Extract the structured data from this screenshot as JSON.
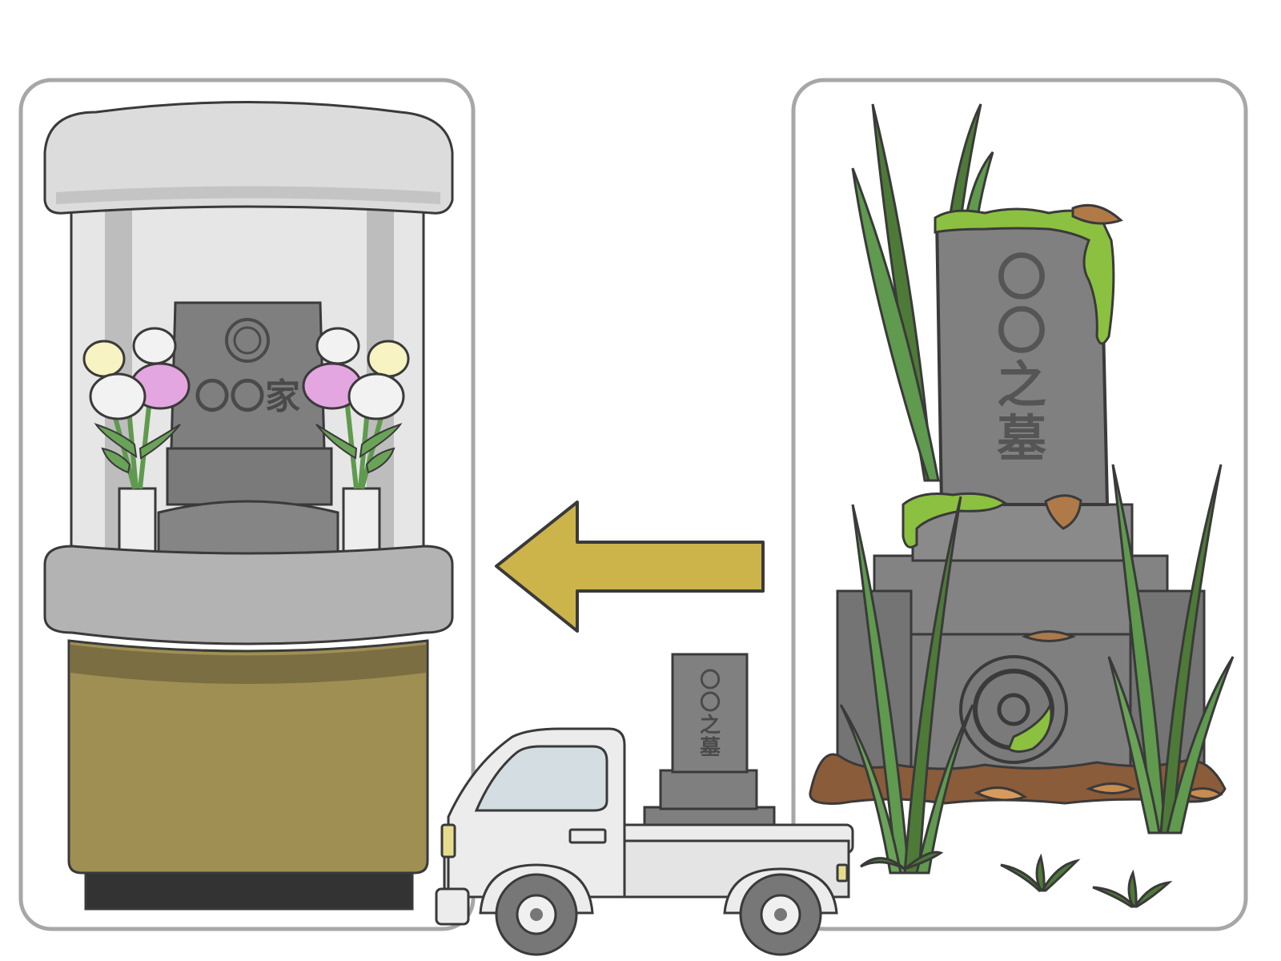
{
  "left_panel": {
    "plaque_text": "〇〇家",
    "flower_colors": {
      "white": "#f2f2f2",
      "yellow": "#f7f3c2",
      "pink": "#e4a6e0",
      "stem": "#5f9a4e"
    }
  },
  "right_panel": {
    "stone_text": "〇〇之墓",
    "stone_line_1": "〇",
    "stone_line_2": "〇",
    "stone_line_3": "之",
    "stone_line_4": "墓",
    "moss_color": "#8cc040",
    "grass_color": "#4e7a38"
  },
  "truck_load": {
    "stone_text": "〇〇之墓",
    "line_1": "〇",
    "line_2": "〇",
    "line_3": "之",
    "line_4": "墓"
  },
  "arrow": {
    "color": "#cdb44a",
    "direction": "left"
  },
  "colors": {
    "outline": "#3a3a3a",
    "panel_border": "#a7a7a7",
    "stone": "#7f7f7f",
    "stone_dark": "#666666",
    "shelf": "#b8b8b8",
    "cabinet": "#9f8f53",
    "truck": "#ececec"
  }
}
